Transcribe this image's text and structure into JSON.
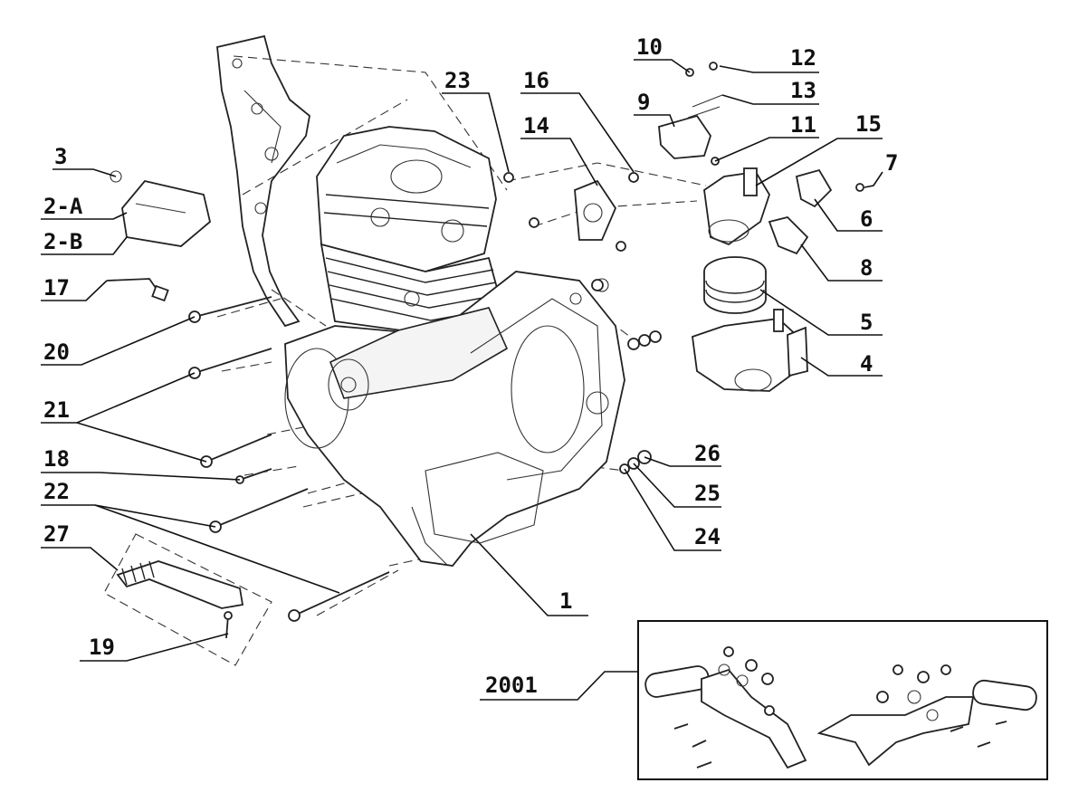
{
  "callouts": [
    {
      "id": "c1",
      "label": "1"
    },
    {
      "id": "c2a",
      "label": "2-A"
    },
    {
      "id": "c2b",
      "label": "2-B"
    },
    {
      "id": "c3",
      "label": "3"
    },
    {
      "id": "c4",
      "label": "4"
    },
    {
      "id": "c5",
      "label": "5"
    },
    {
      "id": "c6",
      "label": "6"
    },
    {
      "id": "c7",
      "label": "7"
    },
    {
      "id": "c8",
      "label": "8"
    },
    {
      "id": "c9",
      "label": "9"
    },
    {
      "id": "c10",
      "label": "10"
    },
    {
      "id": "c11",
      "label": "11"
    },
    {
      "id": "c12",
      "label": "12"
    },
    {
      "id": "c13",
      "label": "13"
    },
    {
      "id": "c14",
      "label": "14"
    },
    {
      "id": "c15",
      "label": "15"
    },
    {
      "id": "c16",
      "label": "16"
    },
    {
      "id": "c17",
      "label": "17"
    },
    {
      "id": "c18",
      "label": "18"
    },
    {
      "id": "c19",
      "label": "19"
    },
    {
      "id": "c20",
      "label": "20"
    },
    {
      "id": "c21",
      "label": "21"
    },
    {
      "id": "c22",
      "label": "22"
    },
    {
      "id": "c23",
      "label": "23"
    },
    {
      "id": "c24",
      "label": "24"
    },
    {
      "id": "c25",
      "label": "25"
    },
    {
      "id": "c26",
      "label": "26"
    },
    {
      "id": "c27",
      "label": "27"
    },
    {
      "id": "c2001",
      "label": "2001"
    }
  ]
}
